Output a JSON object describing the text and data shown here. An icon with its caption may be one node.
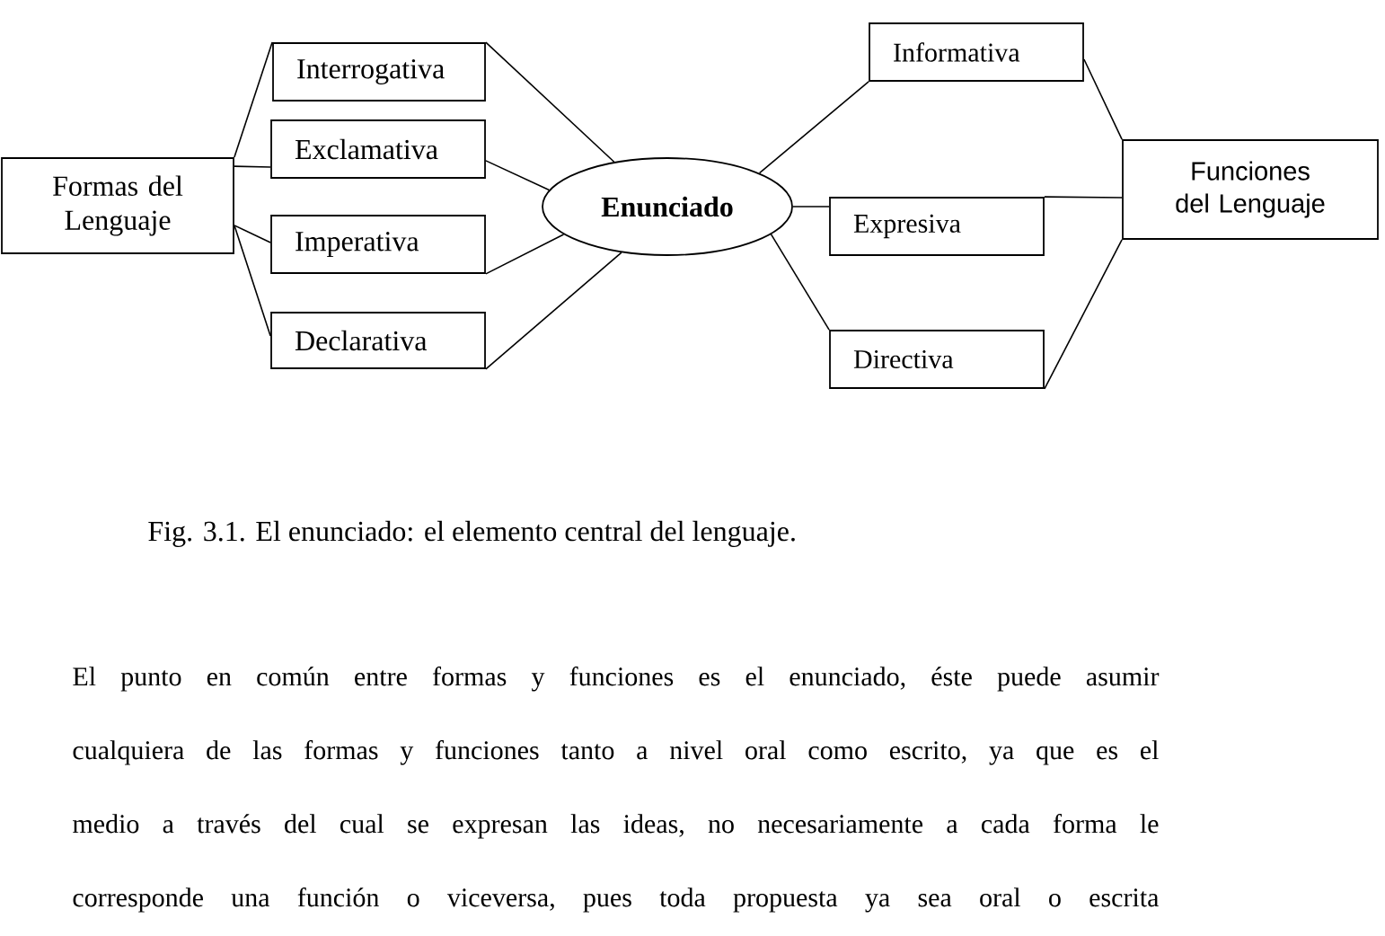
{
  "diagram": {
    "caption": "Fig. 3.1. El enunciado: el elemento central del lenguaje.",
    "nodes": [
      {
        "text": [
          "Formas del Lenguaje"
        ]
      },
      {
        "text": [
          "Interrogativa"
        ]
      },
      {
        "text": [
          "Exclamativa"
        ]
      },
      {
        "text": [
          "Imperativa"
        ]
      },
      {
        "text": [
          "Declarativa"
        ]
      },
      {
        "text": [
          "Enunciado"
        ]
      },
      {
        "text": [
          "Informativa"
        ]
      },
      {
        "text": [
          "Expresiva"
        ]
      },
      {
        "text": [
          "Directiva"
        ]
      },
      {
        "text": [
          "Funciones del Lenguaje"
        ]
      }
    ],
    "edges": [
      {
        "from": 0,
        "to": 1,
        "arrow": "none"
      },
      {
        "from": 0,
        "to": 2,
        "arrow": "none"
      },
      {
        "from": 0,
        "to": 3,
        "arrow": "none"
      },
      {
        "from": 0,
        "to": 4,
        "arrow": "none"
      },
      {
        "from": 1,
        "to": 5,
        "arrow": "none"
      },
      {
        "from": 2,
        "to": 5,
        "arrow": "none"
      },
      {
        "from": 3,
        "to": 5,
        "arrow": "none"
      },
      {
        "from": 4,
        "to": 5,
        "arrow": "none"
      },
      {
        "from": 5,
        "to": 6,
        "arrow": "none"
      },
      {
        "from": 5,
        "to": 7,
        "arrow": "none"
      },
      {
        "from": 5,
        "to": 8,
        "arrow": "none"
      },
      {
        "from": 6,
        "to": 9,
        "arrow": "none"
      },
      {
        "from": 7,
        "to": 9,
        "arrow": "none"
      },
      {
        "from": 8,
        "to": 9,
        "arrow": "none"
      }
    ],
    "labels": [
      "El punto en común entre formas y funciones es el enunciado, éste puede asumir cualquiera de las formas y funciones tanto a nivel oral como escrito, ya que es el medio a través del cual se expresan las ideas, no necesariamente a cada forma le corresponde una función o viceversa, pues toda propuesta ya sea oral o escrita"
    ]
  }
}
